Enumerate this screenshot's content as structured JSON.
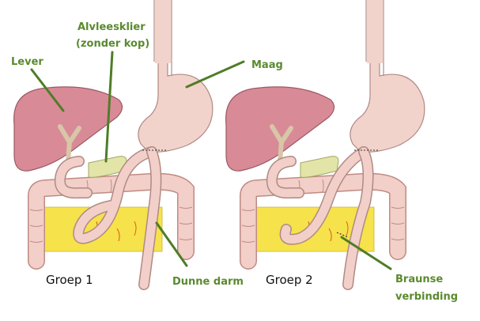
{
  "labels": {
    "lever": "Lever",
    "alvleesklier_line1": "Alvleesklier",
    "alvleesklier_line2": "(zonder kop)",
    "maag": "Maag",
    "dunne_darm": "Dunne darm",
    "braunse_line1": "Braunse",
    "braunse_line2": "verbinding"
  },
  "groups": {
    "group1": "Groep 1",
    "group2": "Groep 2"
  },
  "colors": {
    "label_green": "#5a8a2e",
    "liver": "#d98a97",
    "stomach": "#f2d3cc",
    "intestine": "#f2cfc8",
    "fat": "#f6e24a",
    "pancreas": "#e3e5a8",
    "bile": "#d8c6a8"
  }
}
